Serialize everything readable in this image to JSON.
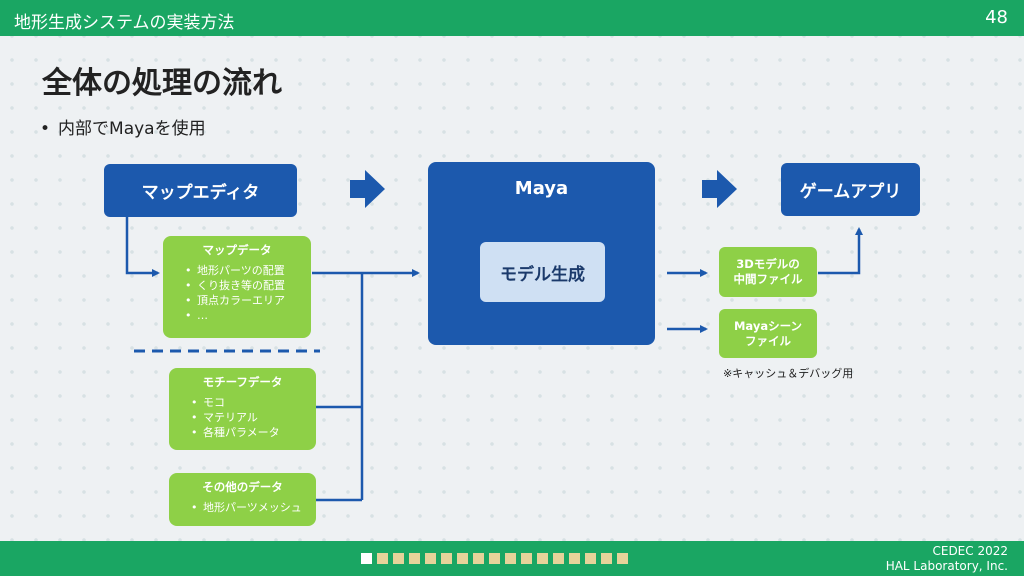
{
  "header": {
    "subject": "地形生成システムの実装方法",
    "page_number": "48"
  },
  "slide": {
    "title": "全体の処理の流れ",
    "bullet": "内部でMayaを使用",
    "map_editor": "マップエディタ",
    "maya": {
      "title": "Maya",
      "generate": "モデル生成"
    },
    "game_app": "ゲームアプリ",
    "map_data": {
      "title": "マップデータ",
      "items": [
        "地形パーツの配置",
        "くり抜き等の配置",
        "頂点カラーエリア",
        "…"
      ]
    },
    "motif_data": {
      "title": "モチーフデータ",
      "items": [
        "モコ",
        "マテリアル",
        "各種パラメータ"
      ]
    },
    "other_data": {
      "title": "その他のデータ",
      "items": [
        "地形パーツメッシュ"
      ]
    },
    "intermediate_file": {
      "line1": "3Dモデルの",
      "line2": "中間ファイル"
    },
    "maya_scene_file": {
      "line1": "Mayaシーン",
      "line2": "ファイル"
    },
    "cache_note": "※キャッシュ＆デバッグ用"
  },
  "footer": {
    "line1": "CEDEC 2022",
    "line2": "HAL Laboratory, Inc.",
    "progress_current": 1,
    "progress_total": 17
  },
  "colors": {
    "accent_green": "#1aa663",
    "box_navy": "#1c59ad",
    "box_green": "#8ed047"
  }
}
